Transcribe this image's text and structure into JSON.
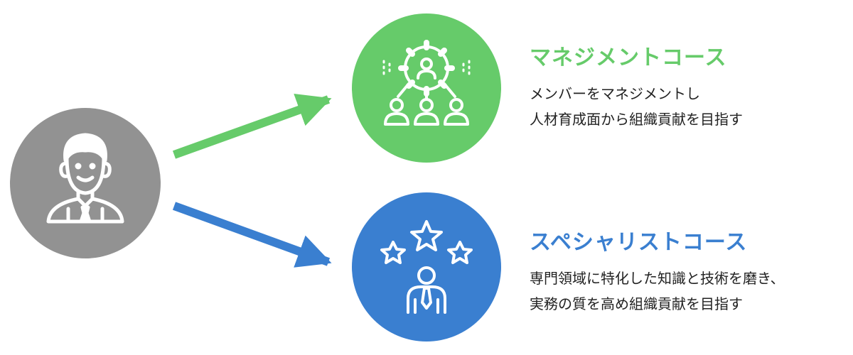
{
  "colors": {
    "person": "#929292",
    "management": "#66cb6a",
    "specialist": "#3a7fd0",
    "text": "#222222",
    "icon": "#ffffff"
  },
  "nodes": {
    "employee": {
      "icon": "businessman-icon"
    },
    "management": {
      "icon": "gear-team-icon",
      "title": "マネジメントコース",
      "desc_line1": "メンバーをマネジメントし",
      "desc_line2": "人材育成面から組織貢献を目指す"
    },
    "specialist": {
      "icon": "stars-person-icon",
      "title": "スペシャリストコース",
      "desc_line1": "専門領域に特化した知識と技術を磨き、",
      "desc_line2": "実務の質を高め組織貢献を目指す"
    }
  },
  "edges": [
    {
      "from": "employee",
      "to": "management",
      "color": "#66cb6a"
    },
    {
      "from": "employee",
      "to": "specialist",
      "color": "#3a7fd0"
    }
  ]
}
